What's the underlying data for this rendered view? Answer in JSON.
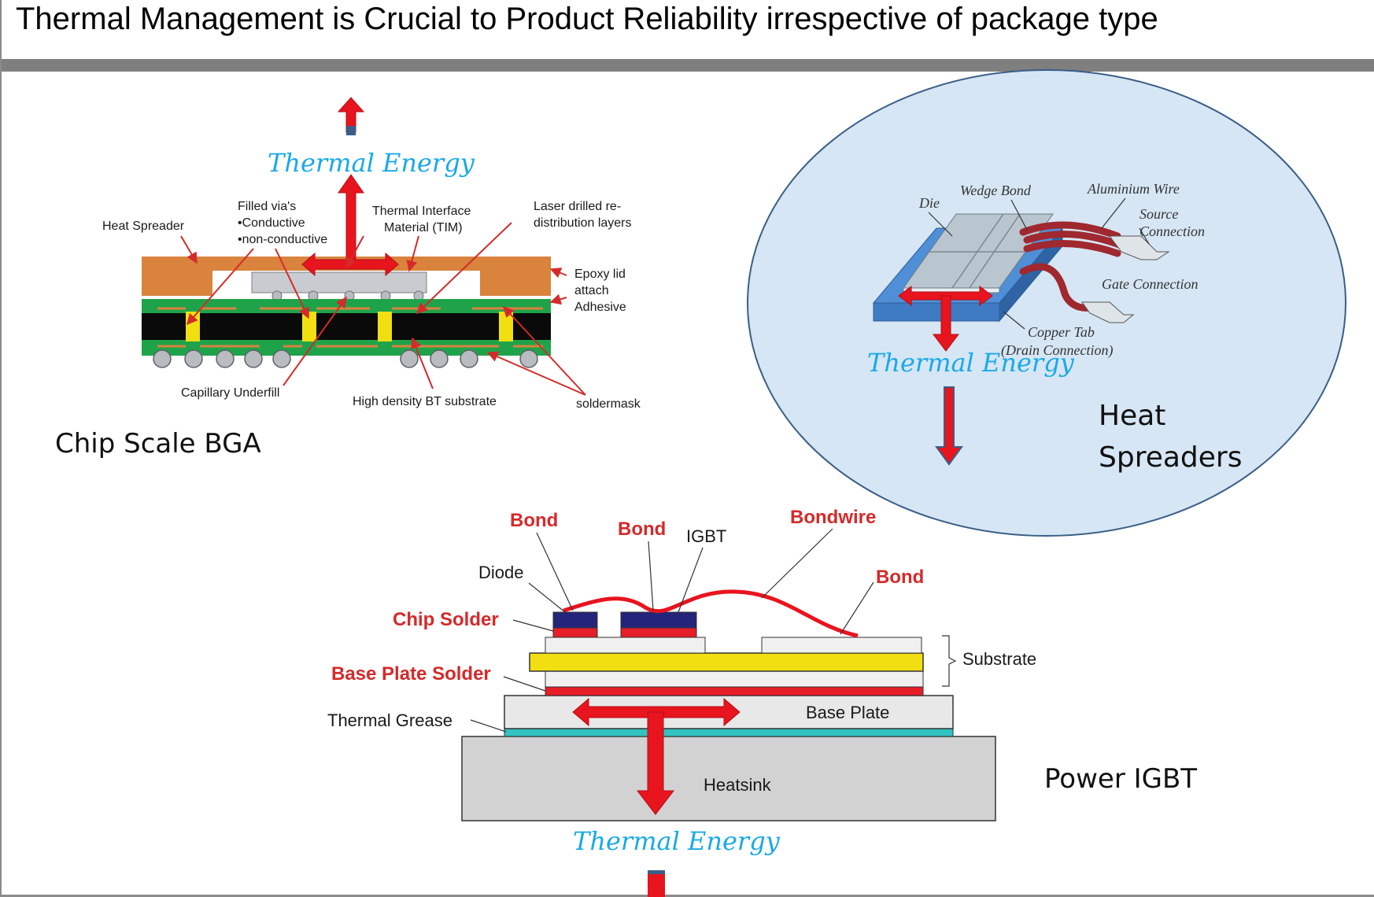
{
  "title": "Thermal Management is Crucial to Product Reliability irrespective of package type",
  "thermal_energy_label": "Thermal Energy",
  "bga": {
    "caption": "Chip Scale BGA",
    "labels": {
      "heat_spreader": "Heat Spreader",
      "filled_vias": "Filled via's",
      "conductive": "•Conductive",
      "non_conductive": "•non-conductive",
      "tim_1": "Thermal Interface",
      "tim_2": "Material (TIM)",
      "laser_1": "Laser drilled re-",
      "laser_2": "distribution layers",
      "epoxy_1": "Epoxy lid",
      "epoxy_2": "attach",
      "epoxy_3": "Adhesive",
      "capillary_underfill": "Capillary Underfill",
      "bt_substrate": "High density BT substrate",
      "soldermask": "soldermask"
    }
  },
  "heat_spreader": {
    "caption_1": "Heat",
    "caption_2": "Spreaders",
    "labels": {
      "die": "Die",
      "wedge_bond": "Wedge Bond",
      "aluminium_wire": "Aluminium Wire",
      "source_1": "Source",
      "source_2": "Connection",
      "gate_connection": "Gate Connection",
      "copper_tab": "Copper Tab",
      "drain_connection": "(Drain Connection)"
    }
  },
  "igbt": {
    "caption": "Power IGBT",
    "labels": {
      "bond_1": "Bond",
      "bond_2": "Bond",
      "igbt": "IGBT",
      "bondwire": "Bondwire",
      "diode": "Diode",
      "bond_3": "Bond",
      "chip_solder": "Chip Solder",
      "substrate": "Substrate",
      "base_plate_solder": "Base Plate Solder",
      "base_plate": "Base Plate",
      "thermal_grease": "Thermal Grease",
      "heatsink": "Heatsink"
    }
  },
  "colors": {
    "arrow_red": "#e8141e",
    "thermal_blue": "#1aa9e8",
    "ellipse_fill": "#d6e6f4",
    "ellipse_stroke": "#3a5e87",
    "pcb_green": "#1fa34a",
    "copper": "#d9833d",
    "solder_yellow": "#f2df12",
    "chip_navy": "#24247a",
    "teal": "#33c2c2"
  }
}
